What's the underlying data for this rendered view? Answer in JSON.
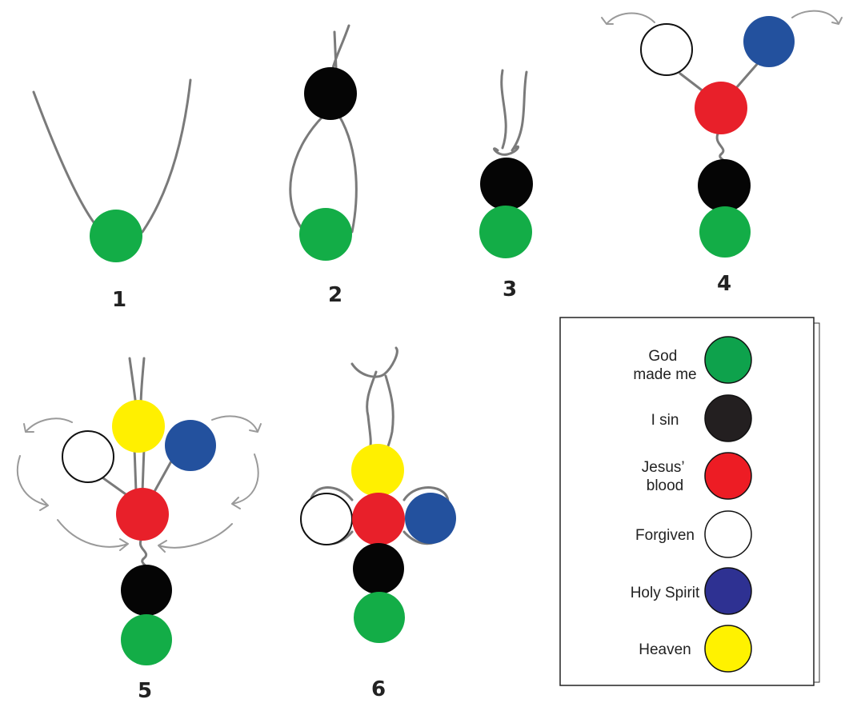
{
  "colors": {
    "green": "#13ad47",
    "black": "#050505",
    "red": "#e8202a",
    "white": "#ffffff",
    "blue": "#23519e",
    "yellow": "#fff000",
    "legend_green": "#0ea24c",
    "legend_black": "#231f20",
    "legend_red": "#ed1c24",
    "legend_blue": "#2e3192",
    "legend_yellow": "#fff200"
  },
  "steps": [
    "1",
    "2",
    "3",
    "4",
    "5",
    "6"
  ],
  "legend": [
    {
      "lines": [
        "God",
        "made me"
      ],
      "color": "#0ea24c",
      "bead": "green"
    },
    {
      "lines": [
        "I sin"
      ],
      "color": "#231f20",
      "bead": "black"
    },
    {
      "lines": [
        "Jesus’",
        "blood"
      ],
      "color": "#ed1c24",
      "bead": "red"
    },
    {
      "lines": [
        "Forgiven"
      ],
      "color": "#ffffff",
      "bead": "white"
    },
    {
      "lines": [
        "Holy Spirit"
      ],
      "color": "#2e3192",
      "bead": "blue"
    },
    {
      "lines": [
        "Heaven"
      ],
      "color": "#fff200",
      "bead": "yellow"
    }
  ]
}
